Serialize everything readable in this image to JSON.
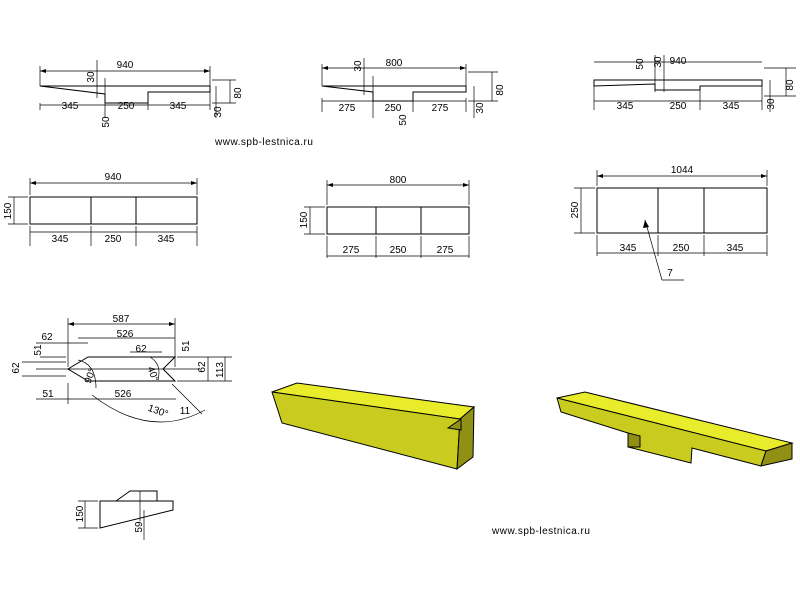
{
  "watermarks": [
    "www.spb-lestnica.ru",
    "www.spb-lestnica.ru"
  ],
  "profile_940": {
    "overall": "940",
    "notch": "30",
    "height": "80",
    "depth": "30",
    "left": "345",
    "middle": "250",
    "right": "345",
    "recess": "50"
  },
  "profile_800": {
    "overall": "800",
    "notch": "30",
    "height": "80",
    "depth": "30",
    "left": "275",
    "middle": "250",
    "right": "275",
    "recess": "50"
  },
  "profile_1044": {
    "overall": "940",
    "notch_a": "50",
    "notch_b": "30",
    "height": "80",
    "depth": "30",
    "left": "345",
    "middle": "250",
    "right": "345"
  },
  "plan_940": {
    "width": "940",
    "height": "150",
    "left": "345",
    "middle": "250",
    "right": "345"
  },
  "plan_800": {
    "width": "800",
    "height": "150",
    "left": "275",
    "middle": "250",
    "right": "275"
  },
  "plan_1044": {
    "width": "1044",
    "height": "250",
    "left": "345",
    "middle": "250",
    "right": "345",
    "callout": "7"
  },
  "detail_top": {
    "overall": "587",
    "inner_top": "526",
    "left_offset": "62",
    "cut_width": "62",
    "end_left": "51",
    "end_right": "51",
    "side_left": "62",
    "side_right": "62",
    "height": "113",
    "bottom_left": "51",
    "inner_bottom": "526",
    "angle_90": "90°",
    "angle_40": "40°",
    "angle_130": "130°",
    "tail": "11"
  },
  "detail_side": {
    "height": "150",
    "step": "59"
  }
}
